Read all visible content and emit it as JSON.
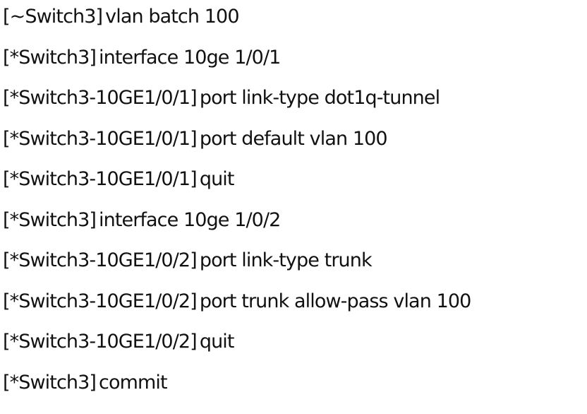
{
  "terminal": {
    "lines": [
      {
        "prompt": "[~Switch3]",
        "command": "vlan batch 100"
      },
      {
        "prompt": "[*Switch3]",
        "command": "interface 10ge 1/0/1"
      },
      {
        "prompt": "[*Switch3-10GE1/0/1]",
        "command": "port link-type dot1q-tunnel"
      },
      {
        "prompt": "[*Switch3-10GE1/0/1]",
        "command": "port default vlan 100"
      },
      {
        "prompt": "[*Switch3-10GE1/0/1]",
        "command": "quit"
      },
      {
        "prompt": "[*Switch3]",
        "command": "interface 10ge 1/0/2"
      },
      {
        "prompt": "[*Switch3-10GE1/0/2]",
        "command": "port link-type trunk"
      },
      {
        "prompt": "[*Switch3-10GE1/0/2]",
        "command": "port trunk allow-pass vlan 100"
      },
      {
        "prompt": "[*Switch3-10GE1/0/2]",
        "command": "quit"
      },
      {
        "prompt": "[*Switch3]",
        "command": "commit"
      }
    ]
  }
}
